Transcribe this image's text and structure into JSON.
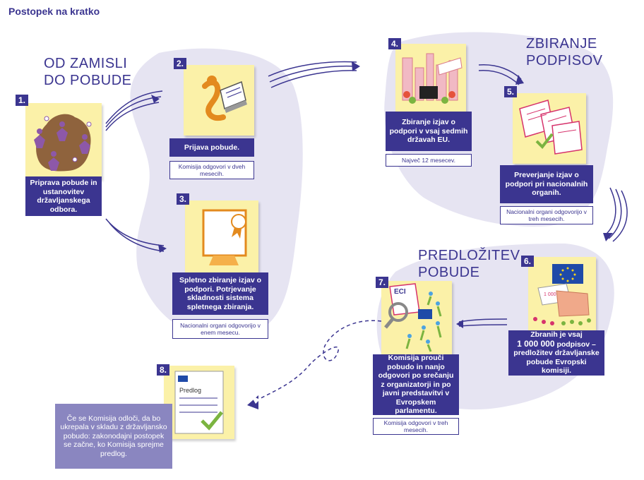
{
  "page_title": "Postopek na kratko",
  "sections": {
    "s1": [
      "OD ZAMISLI",
      "DO POBUDE"
    ],
    "s2": [
      "ZBIRANJE",
      "PODPISOV"
    ],
    "s3": [
      "PREDLOŽITEV",
      "POBUDE"
    ]
  },
  "steps": [
    {
      "num": "1.",
      "text": "Priprava pobude in ustanovitev državljanskega odbora.",
      "note": ""
    },
    {
      "num": "2.",
      "text": "Prijava pobude.",
      "note": "Komisija odgovori v dveh mesecih."
    },
    {
      "num": "3.",
      "text": "Spletno zbiranje izjav o podpori. Potrjevanje skladnosti sistema spletnega zbiranja.",
      "note": "Nacionalni organi odgovorijo v enem mesecu."
    },
    {
      "num": "4.",
      "text": "Zbiranje izjav o podpori v vsaj sedmih državah EU.",
      "note": "Največ 12 mesecev."
    },
    {
      "num": "5.",
      "text": "Preverjanje izjav o podpori pri nacionalnih organih.",
      "note": "Nacionalni organi odgovorijo v treh mesecih."
    },
    {
      "num": "6.",
      "text_pre": "Zbranih je vsaj",
      "text_strong": "1 000 000",
      "text_post": "podpisov – predložitev državljanske pobude Evropski komisiji.",
      "note": ""
    },
    {
      "num": "7.",
      "text": "Komisija prouči pobudo in nanjo odgovori po srečanju z organizatorji in po javni predstavitvi v Evropskem parlamentu.",
      "note": "Komisija odgovori v treh mesecih."
    },
    {
      "num": "8.",
      "text": "Če se Komisija odloči, da bo ukrepala v skladu z državljansko pobudo: zakonodajni postopek se začne, ko Komisija sprejme predlog.",
      "note": ""
    }
  ],
  "illustrations": {
    "ballot_label": "1 000 000",
    "eci_label": "ECI",
    "document_label": "Predlog"
  },
  "colors": {
    "accent": "#3b3590",
    "lavender": "#e6e4f2",
    "note": "#fbf1a8",
    "light_box": "#8a86c0"
  }
}
